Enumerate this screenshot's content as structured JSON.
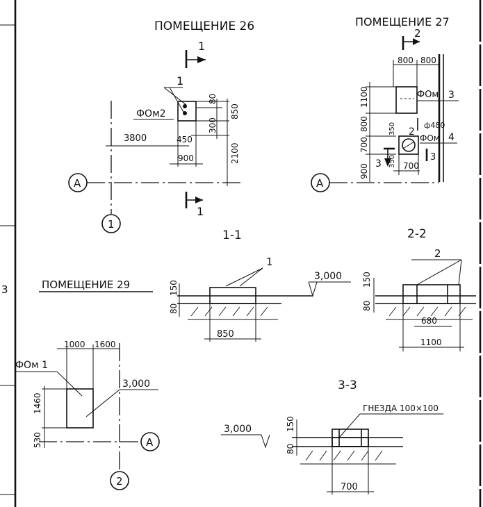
{
  "room26": {
    "title": "ПОМЕЩЕНИЕ 26",
    "section_mark": "1",
    "section_mark_bottom": "1",
    "callout": "1",
    "foundation_label": "ФОм2",
    "dims": {
      "d80": "80",
      "d850": "850",
      "d300": "300",
      "d2100": "2100",
      "d3800": "3800",
      "d450": "450",
      "d900": "900"
    },
    "axis_a": "А",
    "axis_1": "1"
  },
  "room27": {
    "title": "ПОМЕЩЕНИЕ 27",
    "section_mark": "2",
    "foundation_label_1": "ФОм",
    "foundation_label_2": "ФОм",
    "callout_3": "3",
    "callout_4": "4",
    "section_3": "3",
    "section_3b": "3",
    "callout_2": "2",
    "pipe": "ф480",
    "dims": {
      "d800a": "800",
      "d800b": "800",
      "d1100": "1100",
      "d800v": "800",
      "d700v": "700",
      "d900v": "900",
      "d350a": "350",
      "d350b": "350",
      "d700h": "700"
    },
    "axis_a": "А"
  },
  "section11": {
    "title": "1-1",
    "callout": "1",
    "level": "3,000",
    "dims": {
      "d150": "150",
      "d80": "80",
      "d850": "850"
    }
  },
  "section22": {
    "title": "2-2",
    "callout": "2",
    "dims": {
      "d150": "150",
      "d80": "80",
      "d680": "680",
      "d1100": "1100"
    }
  },
  "room29": {
    "title": "ПОМЕЩЕНИЕ 29",
    "foundation_label": "ФОм 1",
    "level": "3,000",
    "dims": {
      "d1000": "1000",
      "d1600": "1600",
      "d1460": "1460",
      "d530": "530"
    },
    "axis_a": "А",
    "axis_2": "2"
  },
  "section33": {
    "title": "3-3",
    "nests": "ГНЕЗДА 100×100",
    "level": "3,000",
    "dims": {
      "d150": "150",
      "d80": "80",
      "d700": "700"
    }
  },
  "margin_mark": "3"
}
